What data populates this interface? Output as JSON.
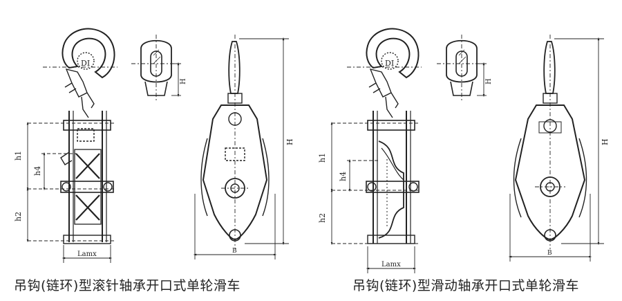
{
  "left_figure": {
    "caption": "吊钩(链环)型滚针轴承开口式单轮滑车",
    "dims": {
      "DI": "DI",
      "H": "H",
      "h1": "h1",
      "h2": "h2",
      "h4": "h4",
      "Lamx": "Lamx",
      "B": "B",
      "H_small": "H"
    }
  },
  "right_figure": {
    "caption": "吊钩(链环)型滑动轴承开口式单轮滑车",
    "dims": {
      "DI": "DI",
      "H": "H",
      "h1": "h1",
      "h2": "h2",
      "h4": "h4",
      "Lamx": "Lamx",
      "B": "B",
      "H_small": "H"
    }
  }
}
